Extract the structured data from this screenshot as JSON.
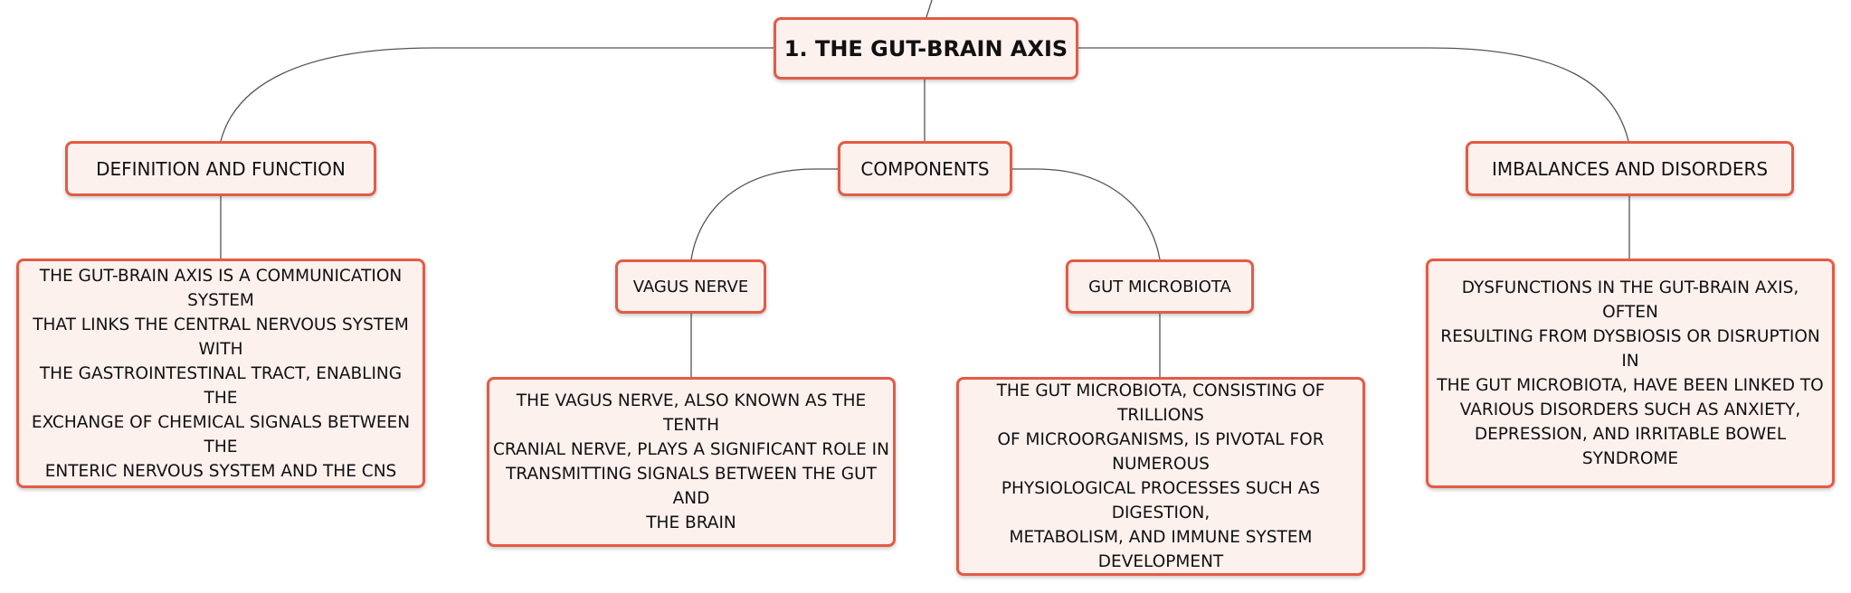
{
  "diagram": {
    "root": {
      "label": "1. THE GUT-BRAIN AXIS"
    },
    "definition": {
      "label": "DEFINITION AND FUNCTION",
      "lines": [
        "THE GUT-BRAIN AXIS IS A COMMUNICATION SYSTEM",
        "THAT LINKS THE CENTRAL NERVOUS SYSTEM WITH",
        "THE GASTROINTESTINAL TRACT, ENABLING THE",
        "EXCHANGE OF CHEMICAL SIGNALS BETWEEN THE",
        "ENTERIC NERVOUS SYSTEM AND THE CNS"
      ]
    },
    "components": {
      "label": "COMPONENTS",
      "vagus": {
        "label": "VAGUS NERVE",
        "lines": [
          "THE VAGUS NERVE, ALSO KNOWN AS THE TENTH",
          "CRANIAL NERVE, PLAYS A SIGNIFICANT ROLE IN",
          "TRANSMITTING SIGNALS BETWEEN THE GUT AND",
          "THE BRAIN"
        ]
      },
      "microbiota": {
        "label": "GUT MICROBIOTA",
        "lines": [
          "THE GUT MICROBIOTA, CONSISTING OF TRILLIONS",
          "OF MICROORGANISMS, IS PIVOTAL FOR NUMEROUS",
          "PHYSIOLOGICAL PROCESSES SUCH AS DIGESTION,",
          "METABOLISM, AND IMMUNE SYSTEM DEVELOPMENT"
        ]
      }
    },
    "imbalances": {
      "label": "IMBALANCES AND DISORDERS",
      "lines": [
        "DYSFUNCTIONS IN THE GUT-BRAIN AXIS, OFTEN",
        "RESULTING FROM DYSBIOSIS OR DISRUPTION IN",
        "THE GUT MICROBIOTA, HAVE BEEN LINKED TO",
        "VARIOUS DISORDERS SUCH AS ANXIETY,",
        "DEPRESSION, AND IRRITABLE BOWEL SYNDROME"
      ]
    },
    "colors": {
      "node_border": "#e45b44",
      "node_fill": "#fdf1ee",
      "connector": "#555555",
      "text": "#111111"
    }
  }
}
